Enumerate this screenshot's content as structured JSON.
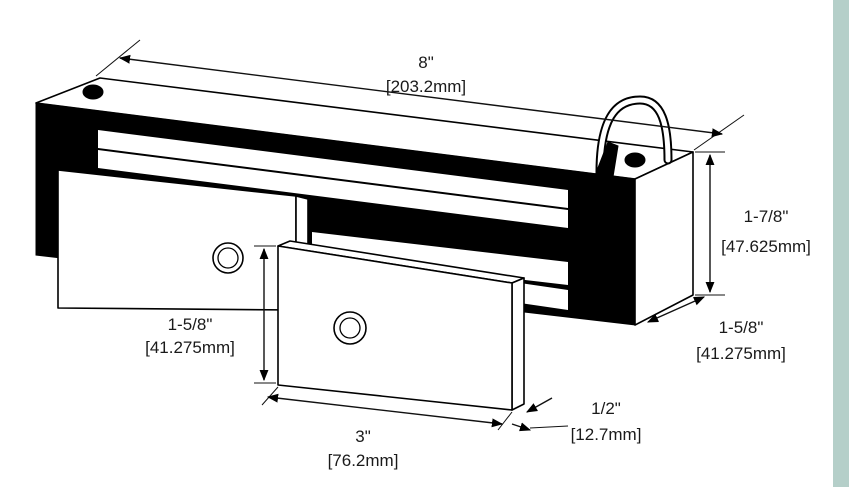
{
  "dimensions": {
    "length": {
      "inches": "8\"",
      "mm": "[203.2mm]"
    },
    "height": {
      "inches": "1-7/8\"",
      "mm": "[47.625mm]"
    },
    "depth": {
      "inches": "1-5/8\"",
      "mm": "[41.275mm]"
    },
    "plate_height": {
      "inches": "1-5/8\"",
      "mm": "[41.275mm]"
    },
    "plate_width": {
      "inches": "3\"",
      "mm": "[76.2mm]"
    },
    "plate_thickness": {
      "inches": "1/2\"",
      "mm": "[12.7mm]"
    }
  },
  "colors": {
    "line": "#000000",
    "background": "#ffffff",
    "side_bar": "#b5cfc9"
  }
}
